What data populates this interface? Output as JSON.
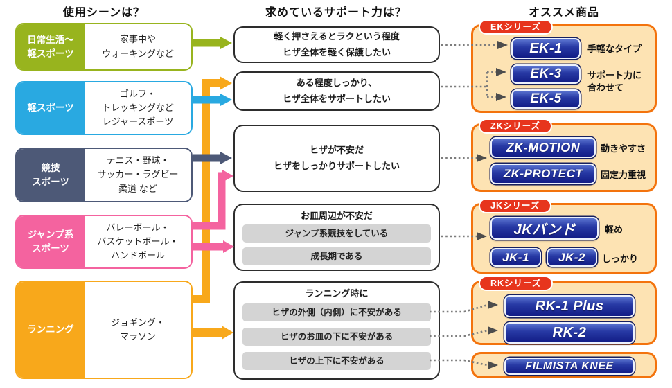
{
  "page": {
    "col_scene": "使用シーンは？",
    "col_support": "求めているサポート力は？",
    "col_product": "オススメ商品"
  },
  "scenes": [
    {
      "label": "日常生活〜\n軽スポーツ",
      "desc": "家事中や\nウォーキングなど"
    },
    {
      "label": "軽スポーツ",
      "desc": "ゴルフ・\nトレッキングなど\nレジャースポーツ"
    },
    {
      "label": "競技\nスポーツ",
      "desc": "テニス・野球・\nサッカー・ラグビー\n柔道 など"
    },
    {
      "label": "ジャンプ系\nスポーツ",
      "desc": "バレーボール・\nバスケットボール・\nハンドボール"
    },
    {
      "label": "ランニング",
      "desc": "ジョギング・\nマラソン"
    }
  ],
  "supports": [
    {
      "text": "軽く押さえるとラクという程度\nヒザ全体を軽く保護したい"
    },
    {
      "text": "ある程度しっかり、\nヒザ全体をサポートしたい"
    },
    {
      "text": "ヒザが不安だ\nヒザをしっかりサポートしたい"
    },
    {
      "title": "お皿周辺が不安だ",
      "options": [
        "ジャンプ系競技をしている",
        "成長期である"
      ]
    },
    {
      "title": "ランニング時に",
      "options": [
        "ヒザの外側（内側）に不安がある",
        "ヒザのお皿の下に不安がある",
        "ヒザの上下に不安がある"
      ]
    }
  ],
  "products": {
    "ek": {
      "series": "EKシリーズ",
      "items": [
        "EK-1",
        "EK-3",
        "EK-5"
      ],
      "notes": [
        "手軽なタイプ",
        "サポート力に\n合わせて"
      ]
    },
    "zk": {
      "series": "ZKシリーズ",
      "items": [
        "ZK-MOTION",
        "ZK-PROTECT"
      ],
      "notes": [
        "動きやすさ",
        "固定力重視"
      ]
    },
    "jk": {
      "series": "JKシリーズ",
      "items": [
        "JKバンド",
        "JK-1",
        "JK-2"
      ],
      "notes": [
        "軽め",
        "しっかり"
      ]
    },
    "rk": {
      "series": "RKシリーズ",
      "items": [
        "RK-1 Plus",
        "RK-2"
      ]
    },
    "filmista": {
      "items": [
        "FILMISTA KNEE"
      ]
    }
  },
  "colors": {
    "green": "#98b41e",
    "blue": "#29a9e1",
    "navy": "#4d5977",
    "pink": "#f4639f",
    "orange": "#f8a81b",
    "series_badge_red": "#e7351d",
    "product_pill_navy": "#1b2a90",
    "panel_cream": "#fde3b3",
    "panel_border_orange": "#f3730d",
    "connector_gray": "#7d7d7d",
    "connector_head_gray": "#4d4d4d",
    "support_border": "#2d2d2d",
    "option_gray": "#d4d4d4"
  }
}
